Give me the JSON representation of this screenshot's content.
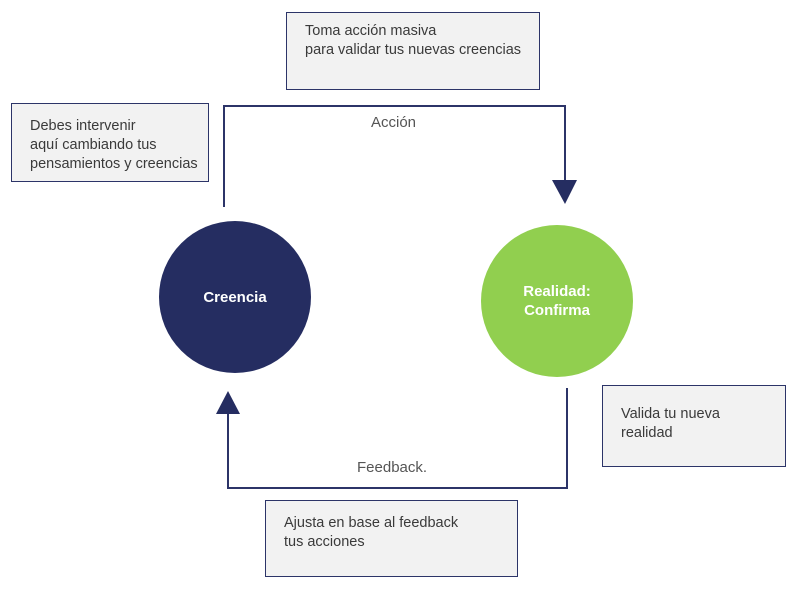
{
  "colors": {
    "belief_node": "#252d61",
    "reality_node": "#91cf4f",
    "connector": "#2c3468",
    "note_background": "#f2f2f2"
  },
  "notes": {
    "top": [
      "Toma acción masiva",
      "para validar tus nuevas creencias"
    ],
    "left": [
      "Debes intervenir",
      "aquí cambiando tus",
      "pensamientos y creencias"
    ],
    "right": [
      "Valida tu nueva",
      "realidad"
    ],
    "bottom": [
      "Ajusta en base al feedback",
      "tus acciones"
    ]
  },
  "nodes": {
    "belief": [
      "Creencia"
    ],
    "reality": [
      "Realidad:",
      "Confirma"
    ]
  },
  "edges": {
    "top_label": "Acción",
    "bottom_label": "Feedback."
  }
}
